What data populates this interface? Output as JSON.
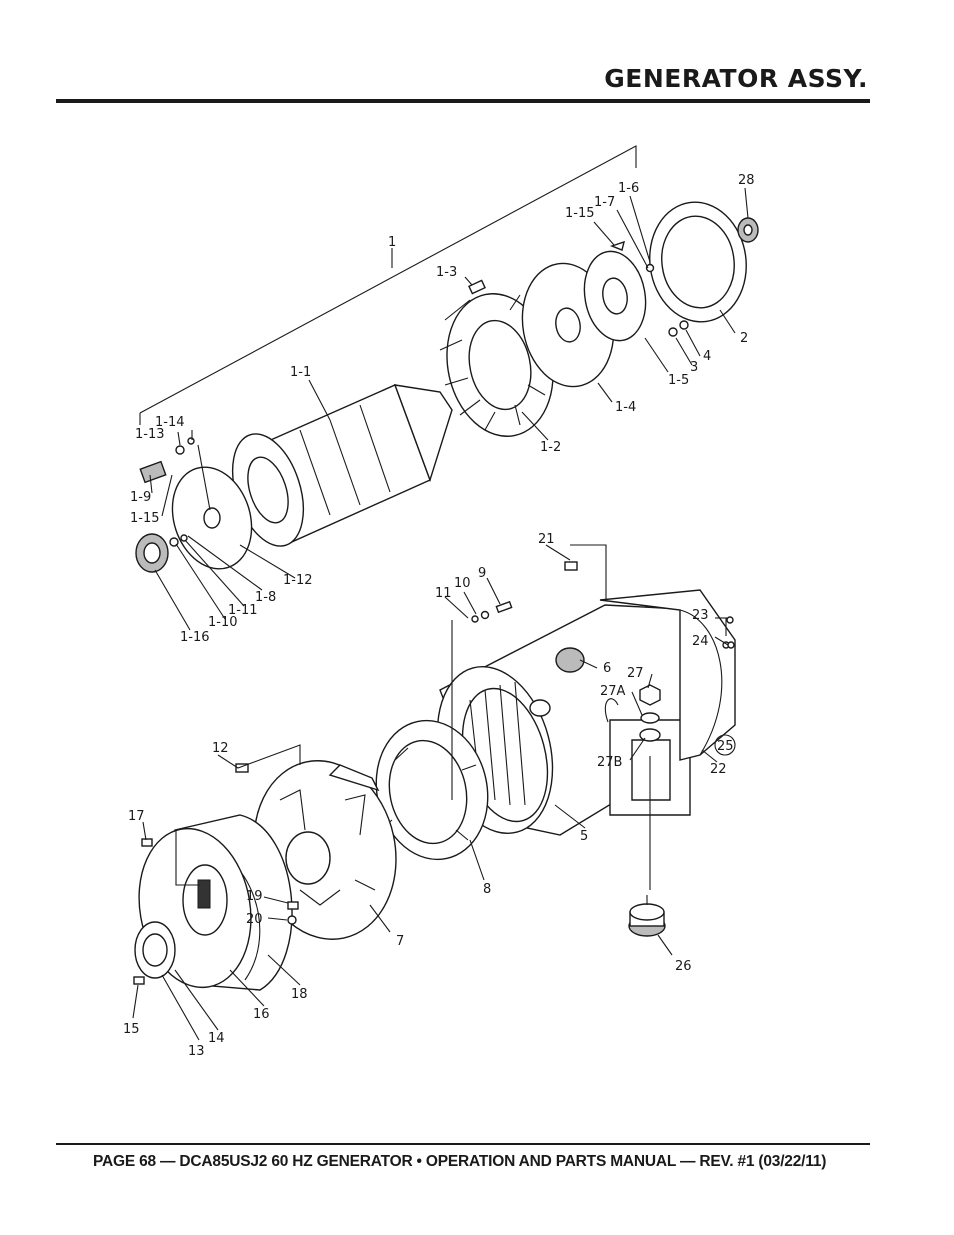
{
  "header": {
    "title": "GENERATOR ASSY."
  },
  "footer": {
    "text": "PAGE 68 — DCA85USJ2 60 HZ GENERATOR • OPERATION AND PARTS MANUAL — REV. #1 (03/22/11)"
  },
  "callouts": {
    "c1": "1",
    "c1_1": "1-1",
    "c1_2": "1-2",
    "c1_3": "1-3",
    "c1_4": "1-4",
    "c1_5": "1-5",
    "c1_6": "1-6",
    "c1_7": "1-7",
    "c1_8": "1-8",
    "c1_9": "1-9",
    "c1_10": "1-10",
    "c1_11": "1-11",
    "c1_12": "1-12",
    "c1_13": "1-13",
    "c1_14": "1-14",
    "c1_15a": "1-15",
    "c1_15b": "1-15",
    "c1_16": "1-16",
    "c2": "2",
    "c3": "3",
    "c4": "4",
    "c5": "5",
    "c6": "6",
    "c7": "7",
    "c8": "8",
    "c9": "9",
    "c10": "10",
    "c11": "11",
    "c12": "12",
    "c13": "13",
    "c14": "14",
    "c15": "15",
    "c16": "16",
    "c17": "17",
    "c18": "18",
    "c19": "19",
    "c20": "20",
    "c21": "21",
    "c22": "22",
    "c23": "23",
    "c24": "24",
    "c25": "25",
    "c26": "26",
    "c27": "27",
    "c27a": "27A",
    "c27b": "27B",
    "c28": "28"
  }
}
